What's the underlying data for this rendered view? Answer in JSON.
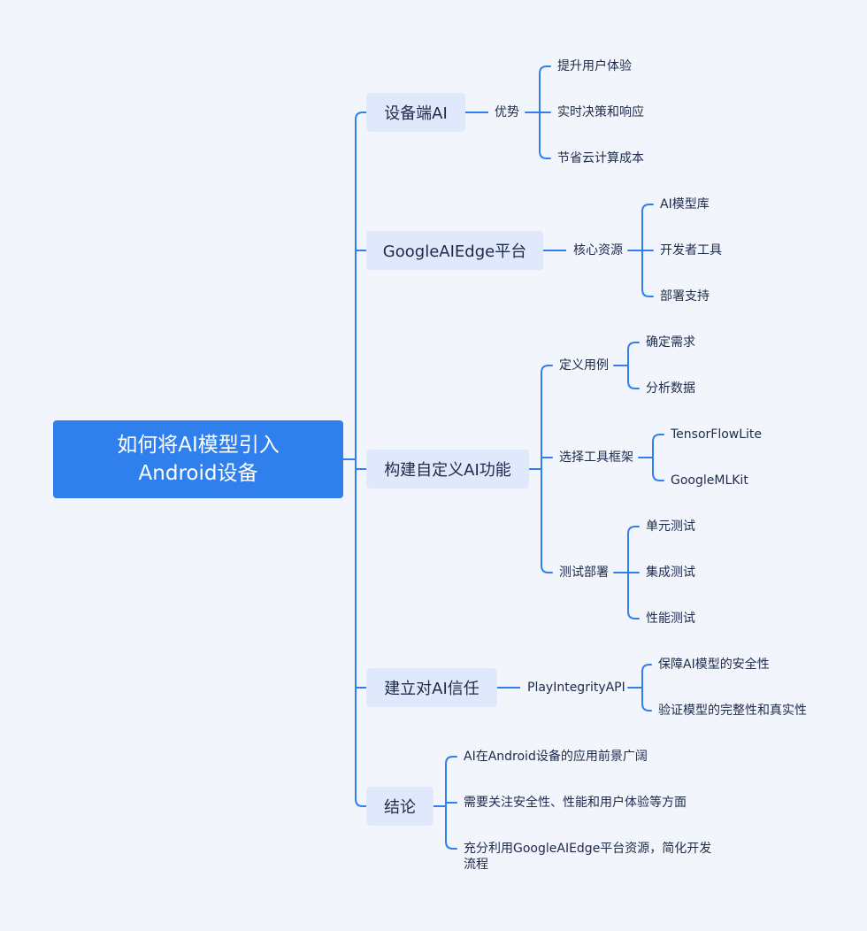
{
  "root": {
    "line1": "如何将AI模型引入",
    "line2": "Android设备"
  },
  "branches": [
    {
      "label": "设备端AI",
      "sub": [
        {
          "label": "优势",
          "items": [
            "提升用户体验",
            "实时决策和响应",
            "节省云计算成本"
          ]
        }
      ]
    },
    {
      "label": "GoogleAIEdge平台",
      "sub": [
        {
          "label": "核心资源",
          "items": [
            "AI模型库",
            "开发者工具",
            "部署支持"
          ]
        }
      ]
    },
    {
      "label": "构建自定义AI功能",
      "sub": [
        {
          "label": "定义用例",
          "items": [
            "确定需求",
            "分析数据"
          ]
        },
        {
          "label": "选择工具框架",
          "items": [
            "TensorFlowLite",
            "GoogleMLKit"
          ]
        },
        {
          "label": "测试部署",
          "items": [
            "单元测试",
            "集成测试",
            "性能测试"
          ]
        }
      ]
    },
    {
      "label": "建立对AI信任",
      "sub": [
        {
          "label": "PlayIntegrityAPI",
          "items": [
            "保障AI模型的安全性",
            "验证模型的完整性和真实性"
          ]
        }
      ]
    },
    {
      "label": "结论",
      "items": [
        "AI在Android设备的应用前景广阔",
        "需要关注安全性、性能和用户体验等方面",
        "充分利用GoogleAIEdge平台资源，简化开发流程"
      ]
    }
  ],
  "style": {
    "line_color": "#2f80ed",
    "root_fill": "#2f80ed",
    "branch_fill": "#e0e8fb",
    "background": "#f3f5fc"
  }
}
